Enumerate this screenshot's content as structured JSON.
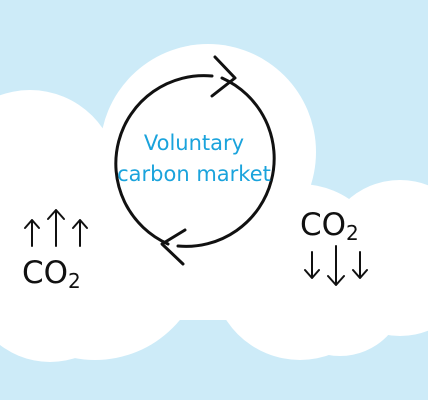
{
  "center_label": {
    "line1": "Voluntary",
    "line2": "carbon market"
  },
  "left_group": {
    "co2": "CO",
    "subscript": "2",
    "arrows_direction": "up",
    "arrow_count": 3
  },
  "right_group": {
    "co2": "CO",
    "subscript": "2",
    "arrows_direction": "down",
    "arrow_count": 3
  },
  "colors": {
    "sky": "#cdebf8",
    "cloud": "#ffffff",
    "accent": "#1aa3dc",
    "ink": "#111111"
  }
}
